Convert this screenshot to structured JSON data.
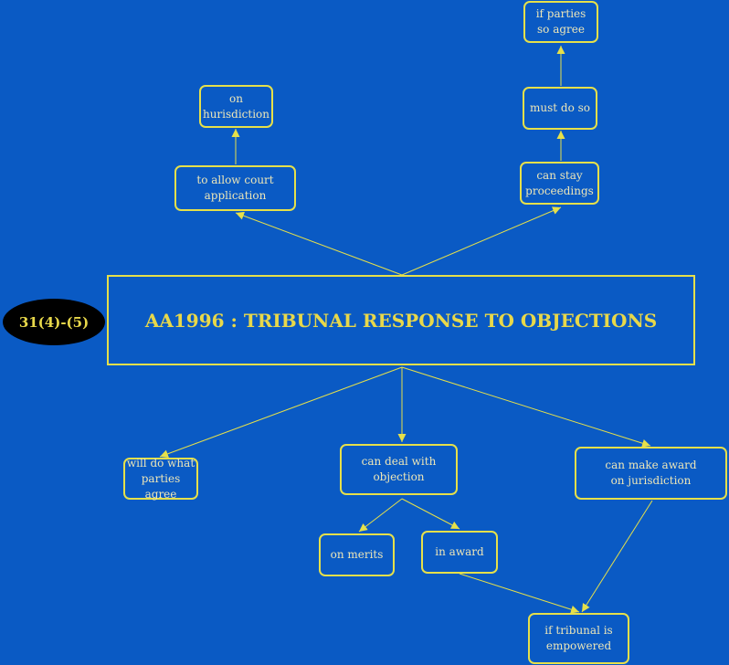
{
  "diagram": {
    "title": "AA1996 : TRIBUNAL RESPONSE TO OBJECTIONS",
    "reference": "31(4)-(5)",
    "nodes": {
      "if_parties_so_agree": "if parties\nso agree",
      "must_do_so": "must do so",
      "can_stay_proceedings": "can stay\nproceedings",
      "on_hurisdiction": "on\nhurisdiction",
      "to_allow_court_application": "to allow court\napplication",
      "will_do_what_parties_agree": "will do what\nparties agree",
      "can_deal_with_objection": "can deal with\nobjection",
      "can_make_award_on_jurisdiction": "can make award\non jurisdiction",
      "on_merits": "on merits",
      "in_award": "in award",
      "if_tribunal_is_empowered": "if tribunal is\nempowered"
    },
    "colors": {
      "background": "#0a5ac4",
      "border": "#e6e04a",
      "title_text": "#e8d84a",
      "node_text": "#ece6b8",
      "tag_fill": "#000000"
    }
  }
}
